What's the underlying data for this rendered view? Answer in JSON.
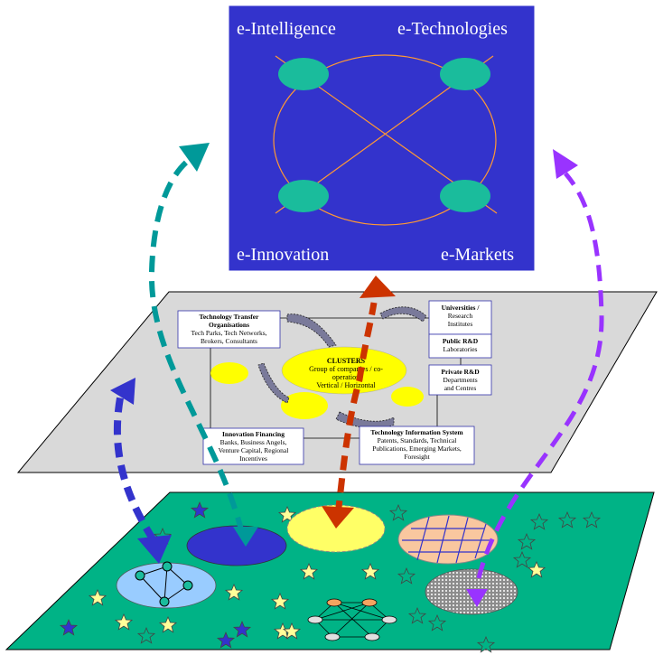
{
  "top_panel": {
    "corner_labels": {
      "top_left": "e-Intelligence",
      "top_right": "e-Technologies",
      "bottom_left": "e-Innovation",
      "bottom_right": "e-Markets"
    },
    "background_color": "#3333cc",
    "node_color": "#1abc9c",
    "link_color": "#ff9933"
  },
  "middle_plane": {
    "fill_color": "#d9d9d9",
    "boxes": {
      "technology_transfer": {
        "title_line1": "Technology Transfer",
        "title_line2": "Organisations",
        "line1": "Tech Parks, Tech Networks,",
        "line2": "Brokers, Consultants"
      },
      "universities": {
        "title_line1": "Universities /",
        "line1": "Research",
        "line2": "Institutes"
      },
      "public_rd": {
        "title": "Public R&D",
        "line1": "Laboratories"
      },
      "private_rd": {
        "title": "Private R&D",
        "line1": "Departments",
        "line2": "and Centres"
      },
      "innovation_financing": {
        "title": "Innovation Financing",
        "line1": "Banks, Business Angels,",
        "line2": "Venture Capital, Regional",
        "line3": "Incentives"
      },
      "technology_information": {
        "title": "Technology Information System",
        "line1": "Patents, Standards, Technical",
        "line2": "Publications, Emerging Markets,",
        "line3": "Foresight"
      }
    },
    "clusters": {
      "title": "CLUSTERS",
      "line1": "Group of companies / co-",
      "line2": "operation",
      "line3": "Vertical / Horizontal"
    }
  },
  "bottom_plane": {
    "fill_color": "#00b386",
    "network_nodes": [
      "node",
      "node",
      "node",
      "node",
      "node",
      "node"
    ]
  },
  "arrows": {
    "teal": "#009999",
    "purple": "#9933ff",
    "red": "#cc3300",
    "blue": "#3333cc"
  }
}
